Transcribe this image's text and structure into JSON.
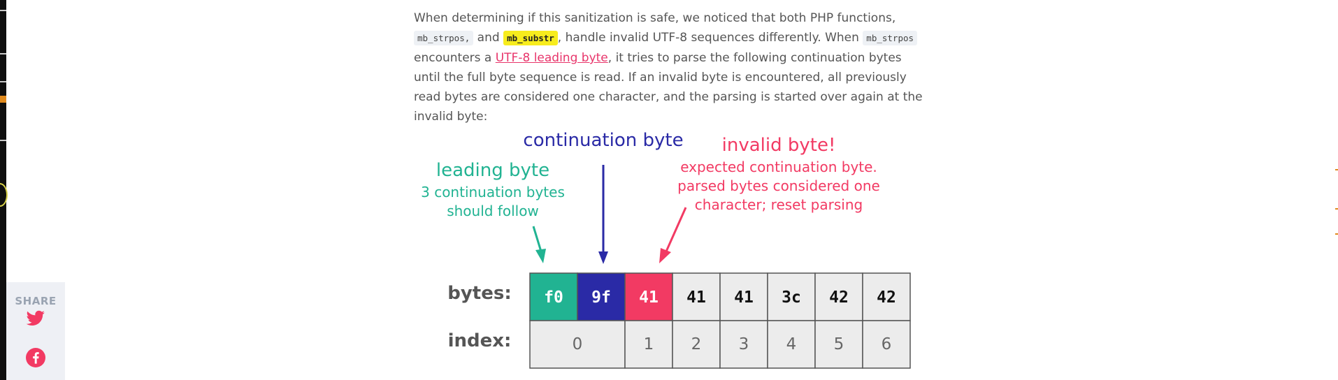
{
  "article": {
    "intro": "When determining if this sanitization is safe, we noticed that both PHP functions,",
    "code1": "mb_strpos,",
    "and": "and",
    "code2": "mb_substr",
    "mid1": ", handle invalid UTF-8 sequences differently. When",
    "code3": "mb_strpos",
    "encounters": "encounters a",
    "link": "UTF-8 leading byte",
    "rest": ", it tries to parse the following continuation bytes until the full byte sequence is read. If an invalid byte is encountered, all previously read bytes are considered one character, and the parsing is started over again at the invalid byte:"
  },
  "diagram": {
    "continuation_title": "continuation byte",
    "leading_title": "leading byte",
    "leading_sub1": "3 continuation bytes",
    "leading_sub2": "should follow",
    "invalid_title": "invalid byte!",
    "invalid_sub1": "expected continuation byte.",
    "invalid_sub2": "parsed bytes considered one",
    "invalid_sub3": "character; reset parsing",
    "bytes_label": "bytes:",
    "index_label": "index:",
    "bytes": [
      "f0",
      "9f",
      "41",
      "41",
      "41",
      "3c",
      "42",
      "42"
    ],
    "indices": [
      "0",
      "1",
      "2",
      "3",
      "4",
      "5",
      "6"
    ],
    "colors": {
      "leading": "#21b392",
      "continuation": "#2a2aa6",
      "invalid": "#f23a63",
      "plain_cell": "#ececec"
    }
  },
  "share": {
    "label": "SHARE",
    "icons": [
      "twitter-icon",
      "facebook-icon"
    ],
    "color": "#f23a63"
  }
}
